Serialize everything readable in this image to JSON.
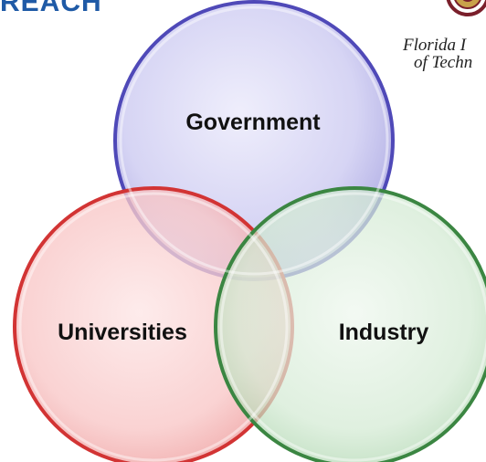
{
  "header": {
    "title_fragment": "REACH"
  },
  "logo": {
    "line1": "Florida I",
    "line2": "of Techn"
  },
  "diagram": {
    "circles": [
      {
        "key": "government",
        "label": "Government",
        "color": "#5b55c2",
        "fill": "#c9c8f0"
      },
      {
        "key": "universities",
        "label": "Universities",
        "color": "#d63a3a",
        "fill": "#f8c4c4"
      },
      {
        "key": "industry",
        "label": "Industry",
        "color": "#3f8a46",
        "fill": "#cfe7cf"
      }
    ]
  },
  "colors": {
    "heading": "#1f5aa6",
    "seal": "#7a1f2b"
  }
}
